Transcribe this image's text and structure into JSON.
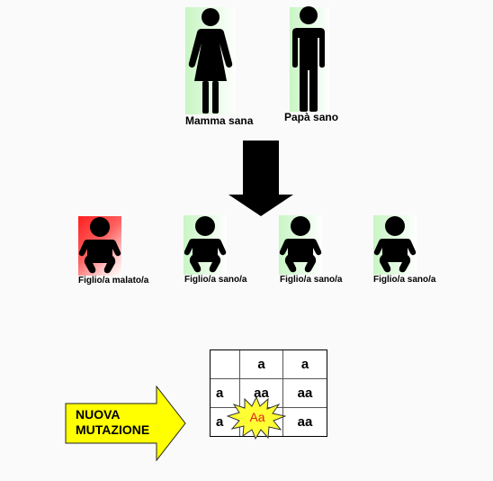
{
  "parents": {
    "mother": {
      "label": "Mamma sana",
      "icon": "woman-icon"
    },
    "father": {
      "label": "Papà sano",
      "icon": "man-icon"
    }
  },
  "children": [
    {
      "label": "Figlio/a malato/a",
      "status": "malato",
      "color": "#ff2020",
      "icon": "baby-icon"
    },
    {
      "label": "Figlio/a sano/a",
      "status": "sano",
      "color": "#c8f5c4",
      "icon": "baby-icon"
    },
    {
      "label": "Figlio/a sano/a",
      "status": "sano",
      "color": "#c8f5c4",
      "icon": "baby-icon"
    },
    {
      "label": "Figlio/a sano/a",
      "status": "sano",
      "color": "#c8f5c4",
      "icon": "baby-icon"
    }
  ],
  "punnett": {
    "header_cols": [
      "a",
      "a"
    ],
    "rows": [
      {
        "header": "a",
        "cells": [
          "aa",
          "aa"
        ]
      },
      {
        "header": "a",
        "cells": [
          "Aa",
          "aa"
        ]
      }
    ],
    "highlight": "Aa"
  },
  "mutation_arrow": {
    "line1": "NUOVA",
    "line2": "MUTAZIONE",
    "color": "#ffff00"
  },
  "colors": {
    "healthy_bg": "#c8f5c4",
    "sick_bg": "#ff2020",
    "star_fill": "#ffff33",
    "mutation_text": "#e02020"
  }
}
